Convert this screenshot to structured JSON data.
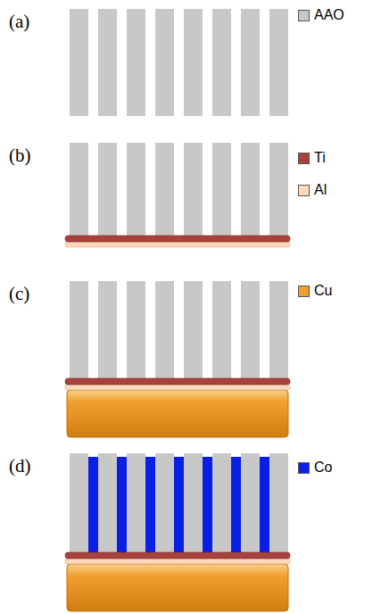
{
  "diagram": {
    "labels": [
      "(a)",
      "(b)",
      "(c)",
      "(d)"
    ],
    "legend": [
      {
        "text": "AAO",
        "color": "#c8c8c8"
      },
      {
        "text": "Ti",
        "color": "#a8423c"
      },
      {
        "text": "Al",
        "color": "#fcd9bc"
      },
      {
        "text": "Cu",
        "color": "#f0a030"
      },
      {
        "text": "Co",
        "color": "#0a1fe6"
      }
    ]
  }
}
